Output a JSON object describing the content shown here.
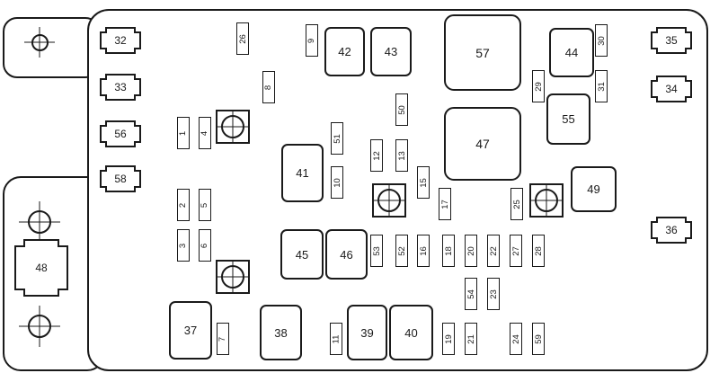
{
  "diagram": {
    "background": "#ffffff",
    "line_color": "#1a1a1a",
    "icons": {
      "mount_crosshair": "circle-with-plus",
      "bolt_marker": "square-with-circle-crosshair"
    },
    "fuses": {
      "f1": "1",
      "f2": "2",
      "f3": "3",
      "f4": "4",
      "f5": "5",
      "f6": "6",
      "f7": "7",
      "f8": "8",
      "f9": "9",
      "f10": "10",
      "f11": "11",
      "f12": "12",
      "f13": "13",
      "f15": "15",
      "f16": "16",
      "f17": "17",
      "f18": "18",
      "f19": "19",
      "f20": "20",
      "f21": "21",
      "f22": "22",
      "f23": "23",
      "f24": "24",
      "f25": "25",
      "f26": "26",
      "f27": "27",
      "f28": "28",
      "f29": "29",
      "f30": "30",
      "f31": "31",
      "f32": "32",
      "f33": "33",
      "f34": "34",
      "f35": "35",
      "f36": "36",
      "f37": "37",
      "f38": "38",
      "f39": "39",
      "f40": "40",
      "f41": "41",
      "f42": "42",
      "f43": "43",
      "f44": "44",
      "f45": "45",
      "f46": "46",
      "f47": "47",
      "f48": "48",
      "f49": "49",
      "f50": "50",
      "f51": "51",
      "f52": "52",
      "f53": "53",
      "f54": "54",
      "f55": "55",
      "f56": "56",
      "f57": "57",
      "f58": "58",
      "f59": "59"
    }
  }
}
